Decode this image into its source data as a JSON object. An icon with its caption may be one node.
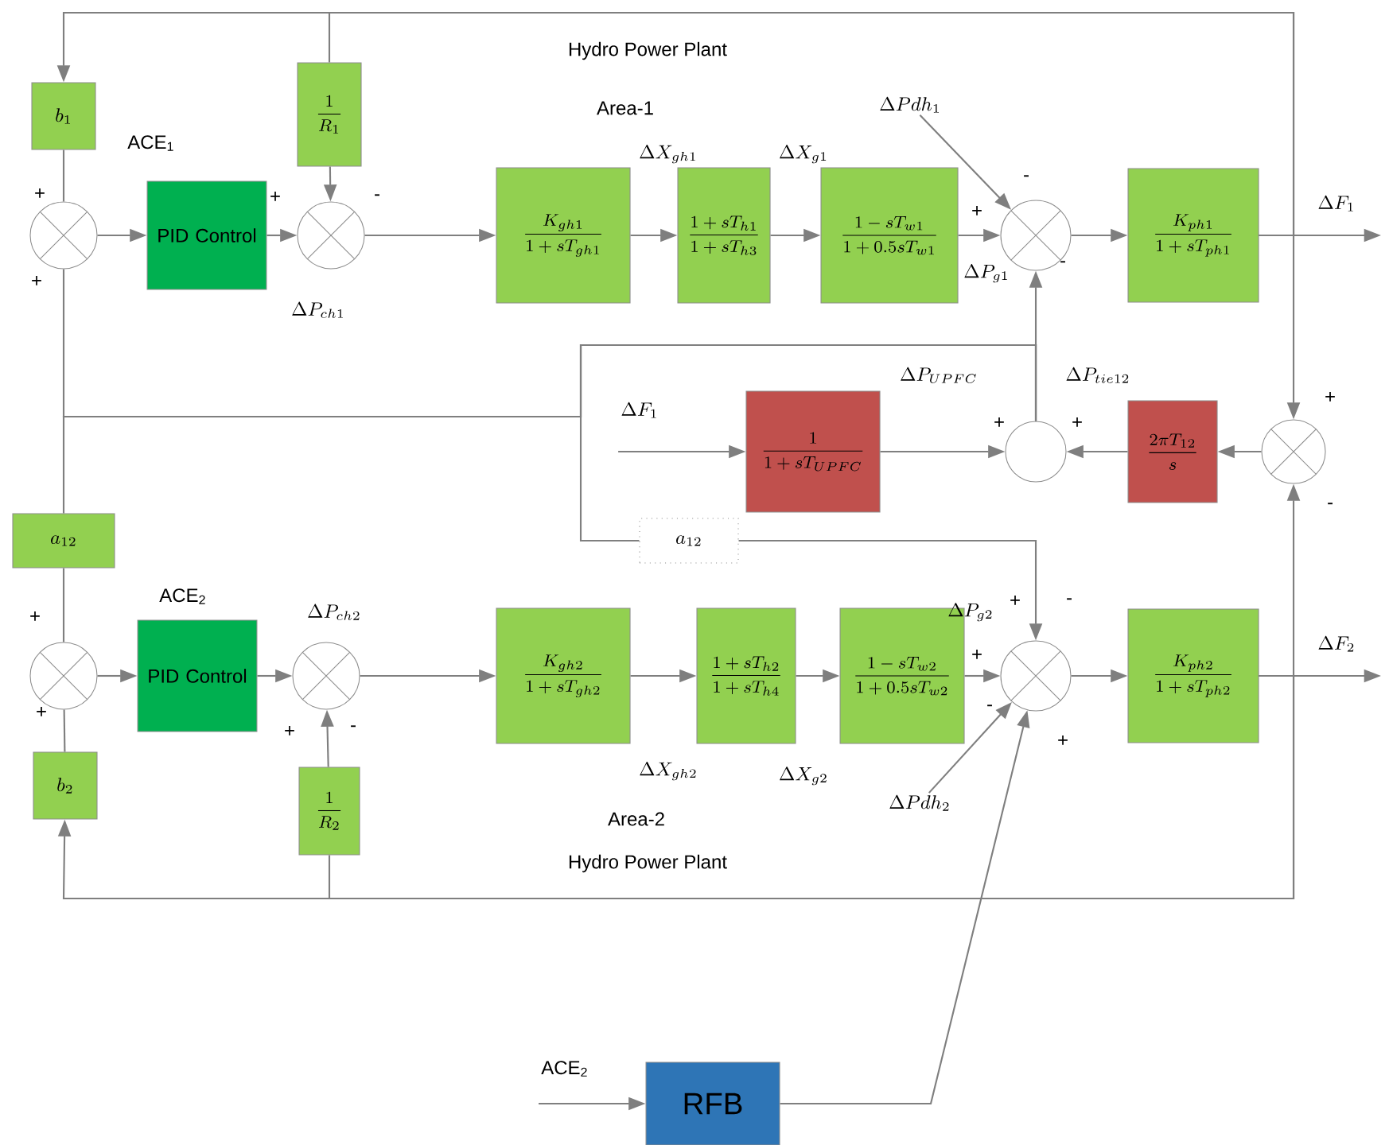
{
  "diagram": {
    "nodes": [
      {
        "text": [
          "b_1"
        ]
      },
      {
        "text": [],
        "shape": "circle"
      },
      {
        "text": [
          "PID Control"
        ]
      },
      {
        "text": [],
        "shape": "circle"
      },
      {
        "text": [
          "\\frac{1}{R_1}"
        ]
      },
      {
        "text": [
          "\\frac{K_{gh1}}{1+sT_{gh1}}"
        ]
      },
      {
        "text": [
          "\\frac{1+sT_{h1}}{1+sT_{h3}}"
        ]
      },
      {
        "text": [
          "\\frac{1-sT_{w1}}{1+0.5sT_{w1}}"
        ]
      },
      {
        "text": [
          "\\Delta Pdh_1"
        ]
      },
      {
        "text": [],
        "shape": "circle"
      },
      {
        "text": [
          "\\frac{K_{ph1}}{1+sT_{ph1}}"
        ]
      },
      {
        "text": [
          "\\Delta F_1"
        ]
      },
      {
        "text": [
          "\\frac{1}{1+sT_{UPFC}}"
        ]
      },
      {
        "text": [],
        "shape": "circle"
      },
      {
        "text": [
          "\\frac{2\\pi T_{12}}{s}"
        ]
      },
      {
        "text": [],
        "shape": "circle"
      },
      {
        "text": [
          "a_{12}"
        ]
      },
      {
        "text": [
          "a_{12}"
        ]
      },
      {
        "text": [],
        "shape": "circle"
      },
      {
        "text": [
          "PID Control"
        ]
      },
      {
        "text": [],
        "shape": "circle"
      },
      {
        "text": [
          "\\frac{K_{gh2}}{1+sT_{gh2}}"
        ]
      },
      {
        "text": [
          "\\frac{1+sT_{h2}}{1+sT_{h4}}"
        ]
      },
      {
        "text": [
          "\\frac{1-sT_{w2}}{1+0.5sT_{w2}}"
        ]
      },
      {
        "text": [],
        "shape": "circle"
      },
      {
        "text": [
          "\\frac{K_{ph2}}{1+sT_{ph2}}"
        ]
      },
      {
        "text": [
          "b_2"
        ]
      },
      {
        "text": [
          "\\frac{1}{R_2}"
        ]
      },
      {
        "text": [
          "\\Delta Pdh_2"
        ]
      },
      {
        "text": [
          "ACE$_{2}$"
        ]
      },
      {
        "text": [
          "RFB"
        ]
      }
    ],
    "edges": [
      {
        "from": 10,
        "to": null,
        "arrow": "to",
        "label": "\\Delta F_1"
      },
      {
        "from": 10,
        "to": 0,
        "arrow": "to"
      },
      {
        "from": 10,
        "to": 4,
        "arrow": "none"
      },
      {
        "from": 10,
        "to": 15,
        "arrow": "to"
      },
      {
        "from": 0,
        "to": 1,
        "arrow": "none"
      },
      {
        "from": 1,
        "to": 2,
        "arrow": "to"
      },
      {
        "from": 2,
        "to": 3,
        "arrow": "to"
      },
      {
        "from": 4,
        "to": 3,
        "arrow": "to"
      },
      {
        "from": 3,
        "to": 5,
        "arrow": "to"
      },
      {
        "from": 5,
        "to": 6,
        "arrow": "to"
      },
      {
        "from": 6,
        "to": 7,
        "arrow": "to"
      },
      {
        "from": 7,
        "to": 9,
        "arrow": "to"
      },
      {
        "from": 8,
        "to": 9,
        "arrow": "to"
      },
      {
        "from": 9,
        "to": 10,
        "arrow": "to"
      },
      {
        "from": 13,
        "to": 9,
        "arrow": "to"
      },
      {
        "from": 13,
        "to": 1,
        "arrow": "none"
      },
      {
        "from": 13,
        "to": 16,
        "arrow": "none"
      },
      {
        "from": 13,
        "to": 17,
        "arrow": "none"
      },
      {
        "from": 17,
        "to": 24,
        "arrow": "to"
      },
      {
        "from": 11,
        "to": 12,
        "arrow": "to"
      },
      {
        "from": 12,
        "to": 13,
        "arrow": "to"
      },
      {
        "from": 14,
        "to": 13,
        "arrow": "to"
      },
      {
        "from": 15,
        "to": 14,
        "arrow": "to"
      },
      {
        "from": 16,
        "to": 18,
        "arrow": "none"
      },
      {
        "from": 18,
        "to": 19,
        "arrow": "to"
      },
      {
        "from": 19,
        "to": 20,
        "arrow": "to"
      },
      {
        "from": 27,
        "to": 20,
        "arrow": "to"
      },
      {
        "from": 20,
        "to": 21,
        "arrow": "to"
      },
      {
        "from": 21,
        "to": 22,
        "arrow": "to"
      },
      {
        "from": 22,
        "to": 23,
        "arrow": "to"
      },
      {
        "from": 23,
        "to": 24,
        "arrow": "to"
      },
      {
        "from": 28,
        "to": 24,
        "arrow": "to"
      },
      {
        "from": 30,
        "to": 24,
        "arrow": "to"
      },
      {
        "from": 24,
        "to": 25,
        "arrow": "to"
      },
      {
        "from": 25,
        "to": null,
        "arrow": "to",
        "label": "\\Delta F_2"
      },
      {
        "from": 25,
        "to": 15,
        "arrow": "to"
      },
      {
        "from": 25,
        "to": 26,
        "arrow": "to"
      },
      {
        "from": 25,
        "to": 27,
        "arrow": "none"
      },
      {
        "from": 26,
        "to": 18,
        "arrow": "none"
      },
      {
        "from": 29,
        "to": 30,
        "arrow": "to"
      }
    ],
    "labels": [
      "Hydro Power Plant",
      "Area-1",
      "ACE$_{1}$",
      "+",
      "+",
      "-",
      "\\Delta X_{gh1}",
      "\\Delta X_{g1}",
      "+",
      "-",
      "-",
      "\\Delta P_{g1}",
      "+",
      "\\Delta P_{ch1}",
      "\\Delta P_{UPFC}",
      "\\Delta P_{tie12}",
      "+",
      "+",
      "+",
      "-",
      "ACE$_{2}$",
      "\\Delta P_{ch2}",
      "+",
      "\\Delta P_{g2}",
      "+",
      "-",
      "+",
      "+",
      "+",
      "-",
      "-",
      "+",
      "\\Delta X_{gh2}",
      "\\Delta X_{g2}",
      "Area-2",
      "Hydro Power Plant"
    ]
  }
}
